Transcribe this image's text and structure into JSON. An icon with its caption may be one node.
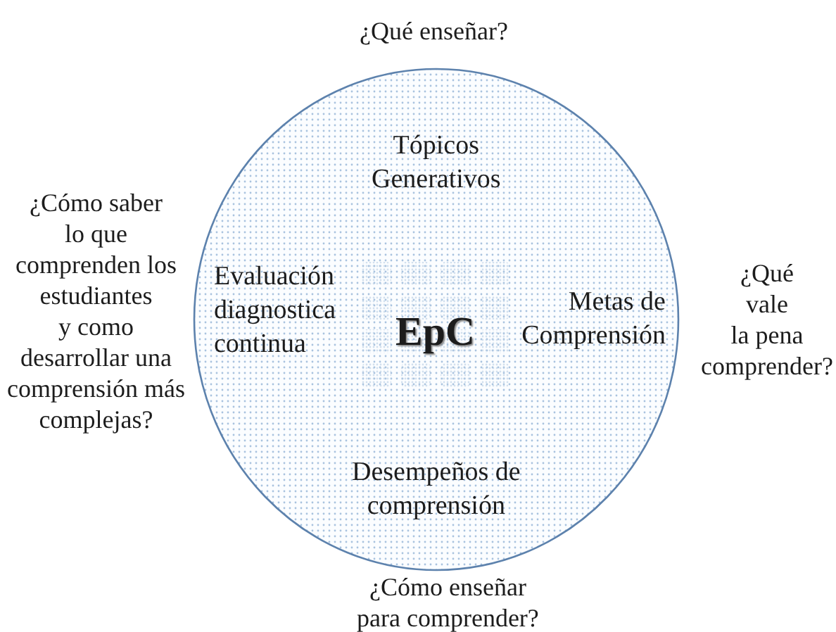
{
  "diagram": {
    "nodes": [
      {
        "text": [
          "Tópicos Generativos",
          "Evaluación diagnostica continua",
          "EpC",
          "Metas de Comprensión",
          "Desempeños de comprensión"
        ]
      }
    ],
    "labels": [
      "¿Qué enseñar?",
      "¿Cómo saber lo que comprenden los estudiantes y como desarrollar una comprensión más complejas?",
      "¿Qué vale la pena comprender?",
      "¿Cómo enseñar para comprender?"
    ]
  }
}
